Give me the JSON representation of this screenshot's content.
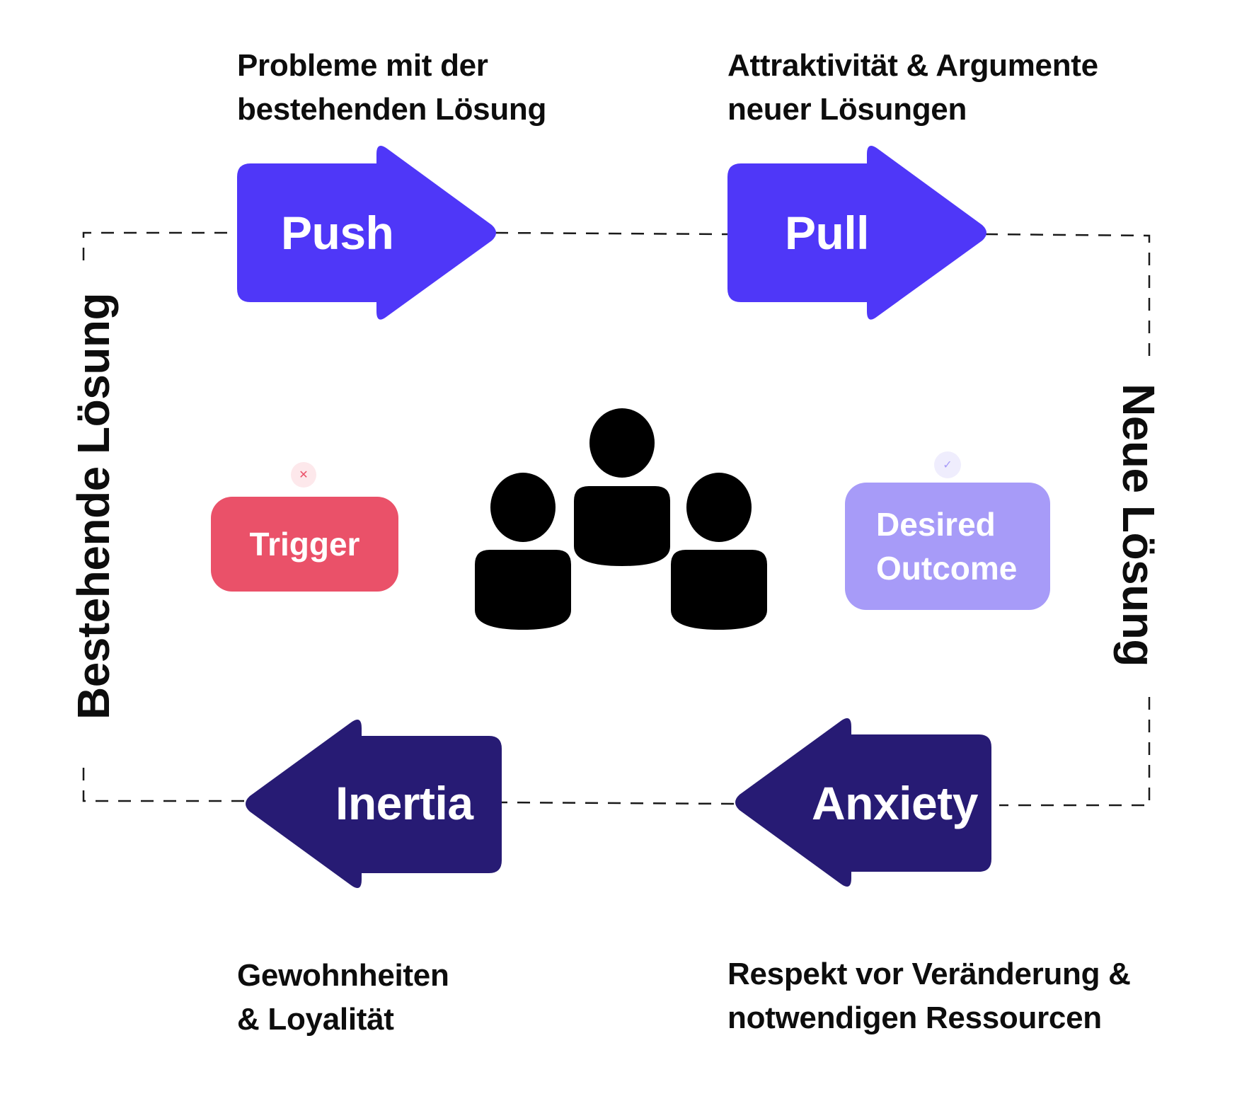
{
  "colors": {
    "push": "#4f37f8",
    "pull": "#4f37f8",
    "inertia": "#271b74",
    "anxiety": "#271b74",
    "trigger": "#ea5169",
    "desired_outcome": "#a79bf8",
    "people": "#000000",
    "text": "#0d0d0d"
  },
  "captions": {
    "push": [
      "Probleme mit der",
      "bestehenden Lösung"
    ],
    "pull": [
      "Attraktivität & Argumente",
      "neuer Lösungen"
    ],
    "inertia": [
      "Gewohnheiten",
      "& Loyalität"
    ],
    "anxiety": [
      "Respekt vor Veränderung &",
      "notwendigen Ressourcen"
    ]
  },
  "forces": {
    "push": "Push",
    "pull": "Pull",
    "inertia": "Inertia",
    "anxiety": "Anxiety"
  },
  "sides": {
    "left": "Bestehende Lösung",
    "right": "Neue Lösung"
  },
  "trigger": {
    "label": "Trigger",
    "badge_icon": "close-icon",
    "badge_glyph": "✕"
  },
  "desired_outcome": {
    "lines": [
      "Desired",
      "Outcome"
    ],
    "badge_icon": "check-icon",
    "badge_glyph": "✓"
  },
  "center_icon": "people-group-icon"
}
